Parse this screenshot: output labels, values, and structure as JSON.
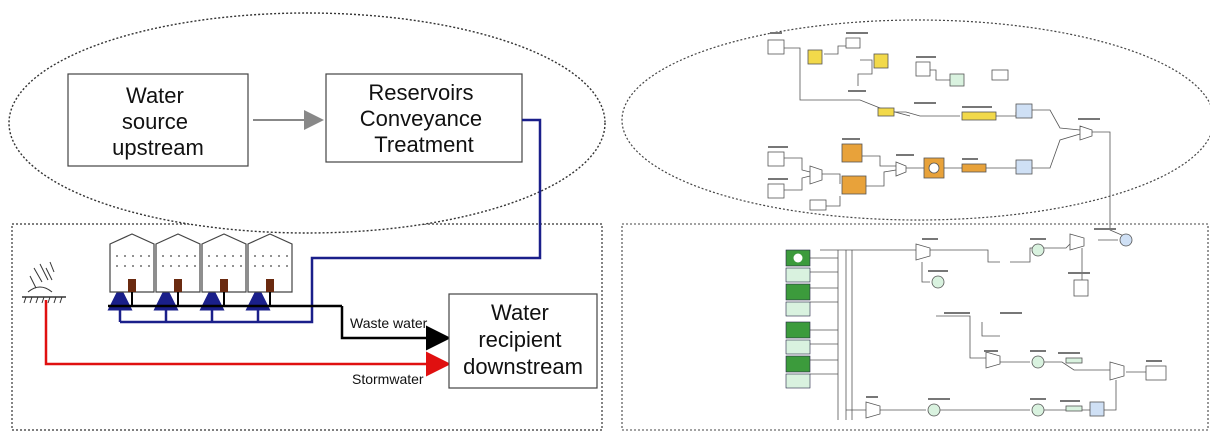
{
  "left_diagram": {
    "source_box": {
      "lines": [
        "Water",
        "source",
        "upstream"
      ]
    },
    "reservoir_box": {
      "lines": [
        "Reservoirs",
        "Conveyance",
        "Treatment"
      ]
    },
    "recipient_box": {
      "lines": [
        "Water",
        "recipient",
        "downstream"
      ]
    },
    "waste_water_label": "Waste water",
    "stormwater_label": "Stormwater",
    "colors": {
      "supply_line": "#1a1f8a",
      "waste_line": "#000000",
      "storm_line": "#e01010",
      "arrow_gray": "#888888"
    }
  },
  "right_diagram": {
    "description_kind": "simulink-style model",
    "colors": {
      "yellow_block": "#f2d94a",
      "orange_block": "#e8a23a",
      "blue_node": "#cfe0f5",
      "green_node": "#d9f2df",
      "icon_green": "#3c9b3c"
    }
  }
}
